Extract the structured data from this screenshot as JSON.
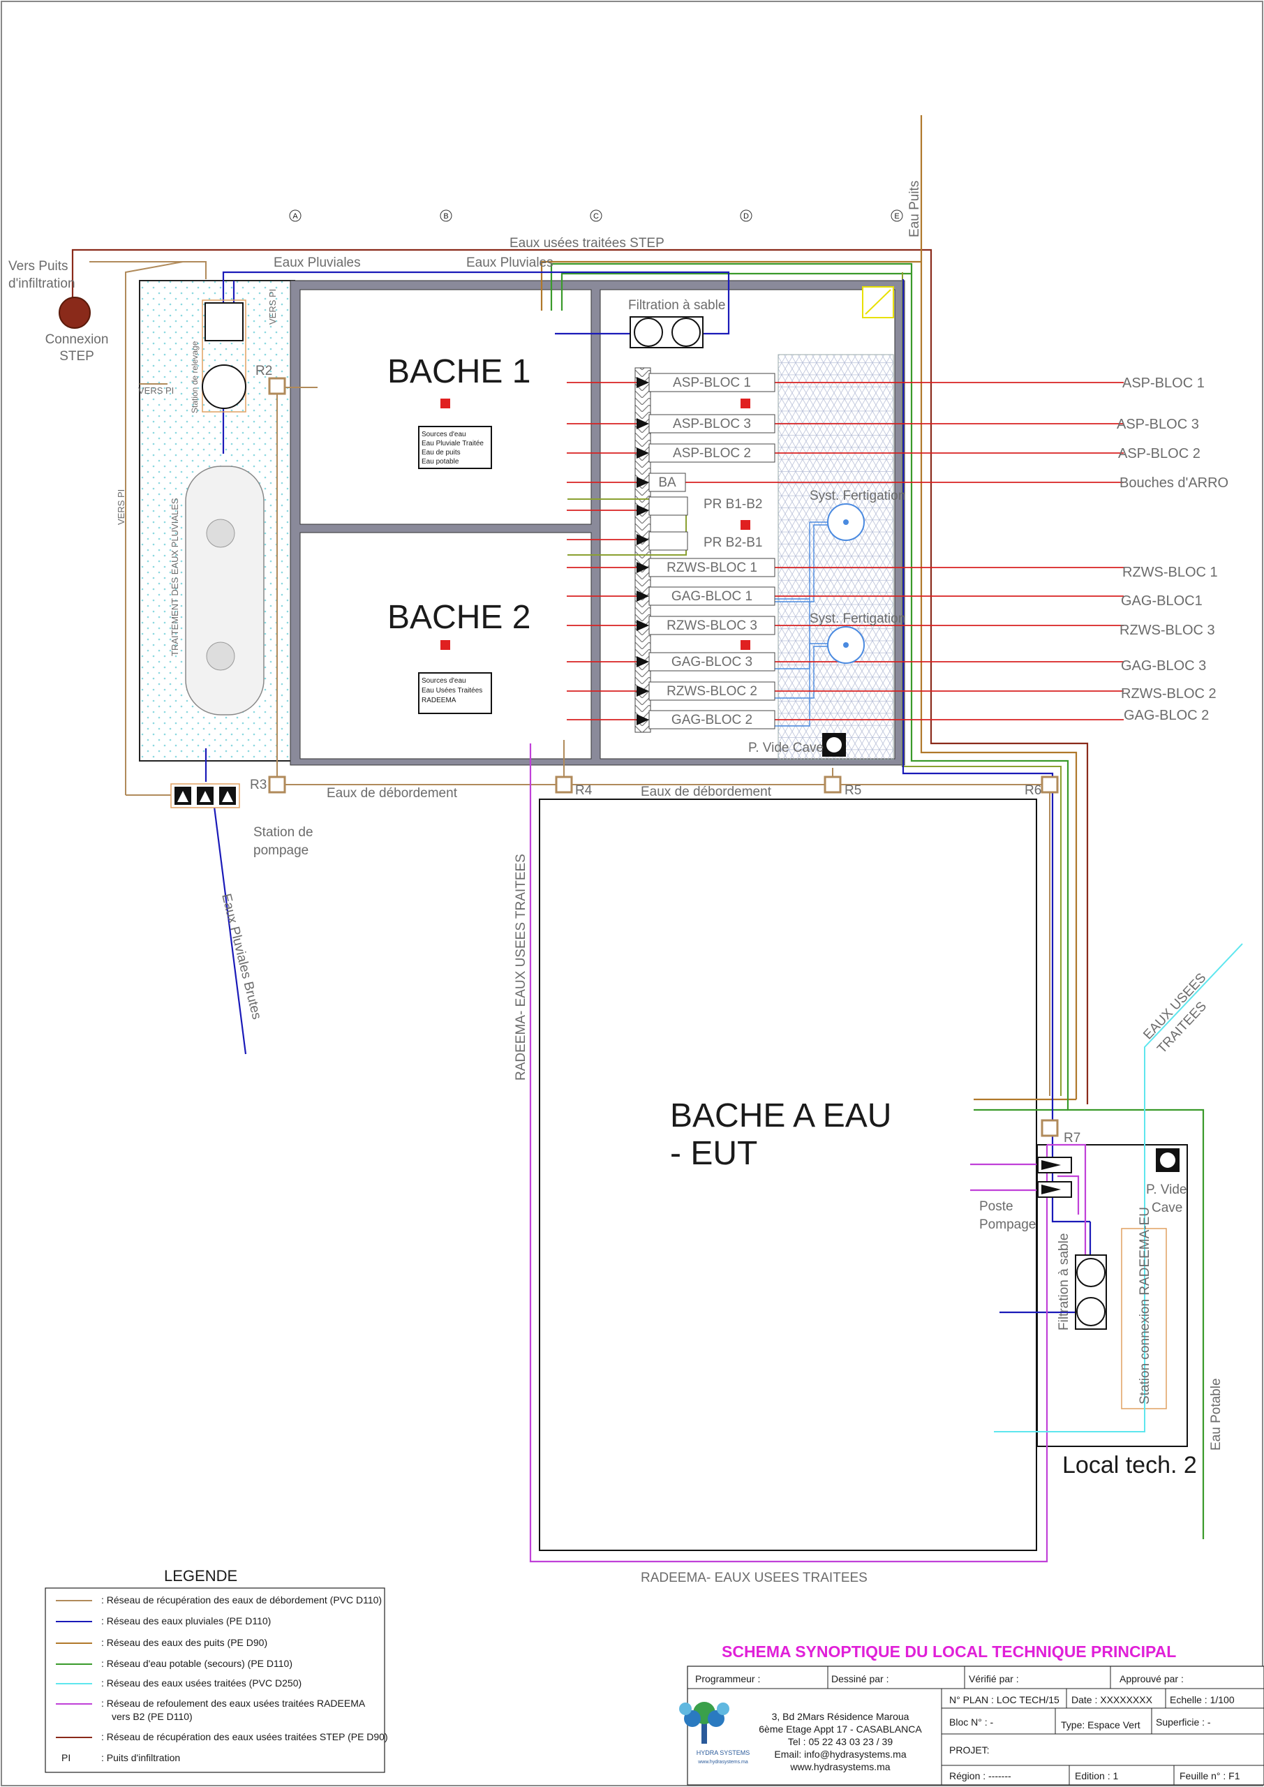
{
  "grid_markers": [
    "A",
    "B",
    "C",
    "D",
    "E"
  ],
  "labels": {
    "eaux_usees_traitees_step": "Eaux usées traitées STEP",
    "eaux_pluviales_left": "Eaux Pluviales",
    "eaux_pluviales_mid": "Eaux Pluviales",
    "vers_puits": "Vers Puits",
    "d_infiltration": "d'infiltration",
    "connexion": "Connexion",
    "step": "STEP",
    "vers_pi_1": "VERS PI",
    "vers_pi_2": "VERS PI",
    "vers_pi_3": "VERS PI",
    "station_relevage": "Station de relevage",
    "traitement": "TRAITEMENT DES EAUX PLUVIALES",
    "eau_puits": "Eau Puits",
    "filtration_sable": "Filtration à sable",
    "bache1": "BACHE 1",
    "bache2": "BACHE 2",
    "bache_eut_1": "BACHE A EAU",
    "bache_eut_2": "- EUT",
    "bache1_sources": [
      "Sources d'eau",
      "Eau Pluviale Traitée",
      "Eau de puits",
      "Eau potable"
    ],
    "bache2_sources": [
      "Sources d'eau",
      "Eau Usées Traitées",
      "RADEEMA"
    ],
    "syst_fertigation_1": "Syst. Fertigation",
    "syst_fertigation_2": "Syst. Fertigation",
    "p_vide_cave": "P. Vide Cave",
    "eaux_debordement_1": "Eaux de débordement",
    "eaux_debordement_2": "Eaux de débordement",
    "station_pompage_1": "Station de",
    "station_pompage_2": "pompage",
    "eaux_pluviales_brutes": "Eaux Pluviales Brutes",
    "radeema_vertical": "RADEEMA- EAUX USEES TRAITEES",
    "radeema_bottom": "RADEEMA- EAUX USEES TRAITEES",
    "eaux_usees_traitees_diag": [
      "EAUX USEES",
      "TRAITEES"
    ],
    "poste_pompage": [
      "Poste",
      "Pompage"
    ],
    "p_vide_cave_2": [
      "P. Vide",
      "Cave"
    ],
    "filtration_sable_2": "Filtration à sable",
    "station_connexion": "Station connexion RADEEMA-EU",
    "local_tech_2": "Local tech. 2",
    "eau_potable": "Eau Potable",
    "pr_b1b2": "PR B1-B2",
    "pr_b2b1": "PR B2-B1",
    "ba": "BA"
  },
  "regards": [
    "R2",
    "R3",
    "R4",
    "R5",
    "R6",
    "R7"
  ],
  "bloc_boxes": [
    "ASP-BLOC 1",
    "ASP-BLOC 3",
    "ASP-BLOC 2",
    "RZWS-BLOC 1",
    "GAG-BLOC 1",
    "RZWS-BLOC 3",
    "GAG-BLOC 3",
    "RZWS-BLOC 2",
    "GAG-BLOC 2"
  ],
  "outlets": [
    "ASP-BLOC 1",
    "ASP-BLOC 3",
    "ASP-BLOC 2",
    "Bouches d'ARRO",
    "RZWS-BLOC 1",
    "GAG-BLOC1",
    "RZWS-BLOC 3",
    "GAG-BLOC 3",
    "RZWS-BLOC 2",
    "GAG-BLOC 2"
  ],
  "legend": {
    "title": "LEGENDE",
    "items": [
      {
        "color": "#b08a5a",
        "text": ": Réseau de récupération des eaux de débordement (PVC D110)"
      },
      {
        "color": "#1a1ab8",
        "text": ": Réseau des eaux pluviales (PE D110)"
      },
      {
        "color": "#b0782a",
        "text": ": Réseau des eaux des puits (PE D90)"
      },
      {
        "color": "#3a9a2a",
        "text": ": Réseau d'eau potable (secours) (PE D110)"
      },
      {
        "color": "#5ee6ee",
        "text": ": Réseau des eaux usées traitées (PVC D250)"
      },
      {
        "color": "#c040d8",
        "text": ": Réseau de refoulement des eaux usées traitées RADEEMA",
        "text2": "vers B2  (PE D110)"
      },
      {
        "color": "#8a2a1a",
        "text": ": Réseau de récupération des eaux usées traitées STEP (PE D90)"
      }
    ],
    "pi_code": "PI",
    "pi_text": ": Puits d'infiltration"
  },
  "title_block": {
    "title": "SCHEMA SYNOPTIQUE DU LOCAL TECHNIQUE PRINCIPAL",
    "programmeur": "Programmeur :",
    "dessine": "Dessiné par :",
    "verifie": "Vérifié par :",
    "approuve": "Approuvé par :",
    "address": [
      "3, Bd 2Mars Résidence Maroua",
      "6ème Etage Appt 17 - CASABLANCA",
      "Tel : 05 22 43 03 23 / 39",
      "Email: info@hydrasystems.ma",
      "www.hydrasystems.ma"
    ],
    "logo_name": "HYDRA SYSTEMS",
    "logo_url": "www.hydrasystems.ma",
    "n_plan": "N° PLAN : LOC TECH/15",
    "date": "Date : XXXXXXXX",
    "echelle": "Echelle : 1/100",
    "bloc_n": "Bloc N° :  -",
    "type": "Type:  Espace Vert",
    "superficie": "Superficie : -",
    "projet": "PROJET:",
    "region": "Région : -------",
    "edition": "Edition :    1",
    "feuille": "Feuille n° : F1"
  },
  "colors": {
    "debordement": "#b08a5a",
    "pluviales": "#1a1ab8",
    "puits": "#b0782a",
    "potable": "#3a9a2a",
    "eut": "#5ee6ee",
    "radeema": "#c040d8",
    "step": "#8a2a1a",
    "distribution": "#d82020",
    "title": "#e020d8"
  }
}
